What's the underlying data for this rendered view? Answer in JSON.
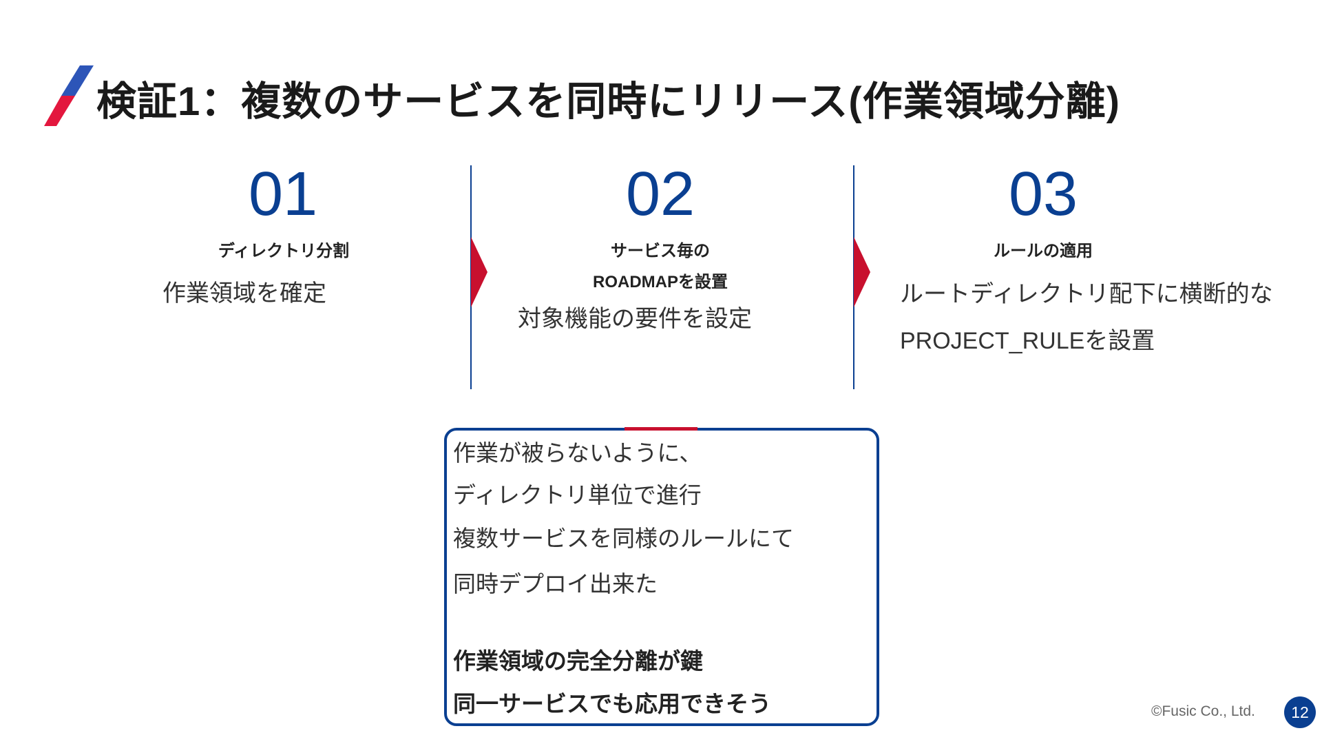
{
  "title": "検証1：複数のサービスを同時にリリース(作業領域分離)",
  "colors": {
    "blue": "#0a3f91",
    "red": "#c8102e"
  },
  "steps": [
    {
      "number": "01",
      "subtitle": [
        "ディレクトリ分割"
      ],
      "body": [
        "作業領域を確定"
      ]
    },
    {
      "number": "02",
      "subtitle": [
        "サービス毎の",
        "ROADMAPを設置"
      ],
      "body": [
        "対象機能の要件を設定"
      ]
    },
    {
      "number": "03",
      "subtitle": [
        "ルールの適用"
      ],
      "body": [
        "ルートディレクトリ配下に横断的な",
        "PROJECT_RULEを設置"
      ]
    }
  ],
  "summary": {
    "lines": [
      "作業が被らないように、",
      "ディレクトリ単位で進行",
      "複数サービスを同様のルールにて",
      "同時デプロイ出来た"
    ],
    "emphasis": [
      "作業領域の完全分離が鍵",
      "同一サービスでも応用できそう"
    ]
  },
  "footer": {
    "copyright": "©Fusic Co., Ltd.",
    "page_number": "12"
  }
}
